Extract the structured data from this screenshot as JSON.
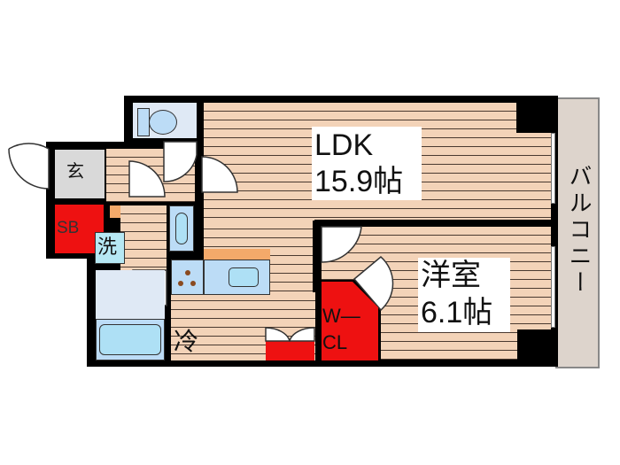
{
  "floorplan": {
    "rooms": {
      "ldk": {
        "name": "LDK",
        "size": "15.9帖"
      },
      "western": {
        "name": "洋室",
        "size": "6.1帖"
      },
      "balcony": {
        "name": "バルコニー"
      },
      "entrance": {
        "name": "玄"
      },
      "shoe_box": {
        "name": "SB"
      },
      "washer": {
        "name": "洗"
      },
      "fridge": {
        "name": "冷"
      },
      "walk_in_closet": {
        "line1": "W—",
        "line2": "CL"
      }
    },
    "colors": {
      "floor": "#f3d3b8",
      "wall": "#000000",
      "storage": "#ee1111",
      "wet_area": "#bcdcf6",
      "balcony": "#ddd4cc"
    }
  }
}
